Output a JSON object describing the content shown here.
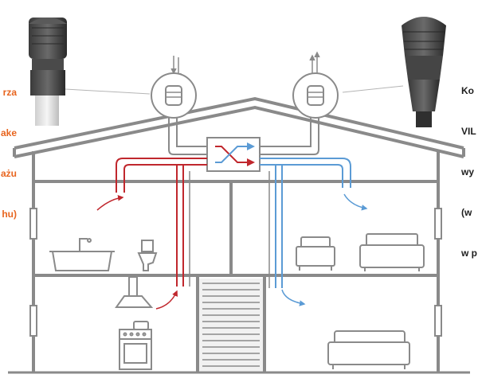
{
  "captions": {
    "left": {
      "lines": [
        "rza",
        "ake",
        "ażu",
        "hu)"
      ],
      "color": "#e8651f"
    },
    "right": {
      "lines": [
        "Ko",
        "VIL",
        "wy",
        "(w",
        "w p"
      ],
      "color": "#1e1e1e"
    }
  },
  "colors": {
    "structure": "#8a8a8a",
    "supply_air": "#c0272d",
    "exhaust_air": "#5b9bd5",
    "vent_body": "#4a4a4a",
    "roof_vent_dark": "#2f2f2f"
  },
  "icons": {
    "heat_exchanger": "crossflow-arrows-icon",
    "roof_vent_left": "roof-ventilator-icon",
    "roof_vent_right": "roof-ventilator-icon"
  }
}
